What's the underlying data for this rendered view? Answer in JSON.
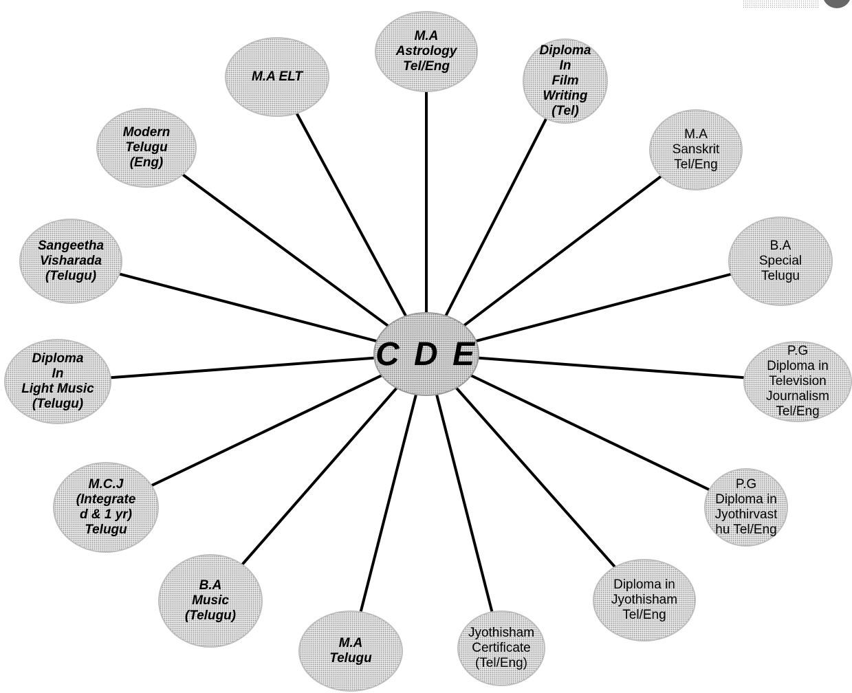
{
  "center": {
    "label": "C D E"
  },
  "nodes": [
    {
      "id": "ma-astrology",
      "text": "M.A\nAstrology\nTel/Eng",
      "style": "bold"
    },
    {
      "id": "diploma-film-writing",
      "text": "Diploma\nIn\nFilm\nWriting\n(Tel)",
      "style": "bold"
    },
    {
      "id": "ma-sanskrit",
      "text": "M.A\nSanskrit\nTel/Eng",
      "style": "plain"
    },
    {
      "id": "ba-special-telugu",
      "text": "B.A\nSpecial\nTelugu",
      "style": "plain"
    },
    {
      "id": "pg-diploma-television-journalism",
      "text": "P.G\nDiploma in\nTelevision\nJournalism\nTel/Eng",
      "style": "plain"
    },
    {
      "id": "pg-diploma-jyothirvasthu",
      "text": "P.G\nDiploma in\nJyothirvast\nhu Tel/Eng",
      "style": "plain"
    },
    {
      "id": "diploma-jyothisham",
      "text": "Diploma in\nJyothisham\nTel/Eng",
      "style": "plain"
    },
    {
      "id": "jyothisham-certificate",
      "text": "Jyothisham\nCertificate\n(Tel/Eng)",
      "style": "plain"
    },
    {
      "id": "ma-telugu",
      "text": "M.A\nTelugu",
      "style": "bold"
    },
    {
      "id": "ba-music-telugu",
      "text": "B.A\nMusic\n(Telugu)",
      "style": "bold"
    },
    {
      "id": "mcj-telugu",
      "text": "M.C.J\n(Integrate\nd & 1 yr)\nTelugu",
      "style": "bold"
    },
    {
      "id": "diploma-light-music",
      "text": "Diploma\nIn\nLight Music\n(Telugu)",
      "style": "bold"
    },
    {
      "id": "sangeetha-visharada",
      "text": "Sangeetha\nVisharada\n(Telugu)",
      "style": "bold"
    },
    {
      "id": "modern-telugu",
      "text": "Modern\nTelugu\n(Eng)",
      "style": "bold"
    },
    {
      "id": "ma-elt",
      "text": "M.A ELT",
      "style": "bold"
    }
  ]
}
